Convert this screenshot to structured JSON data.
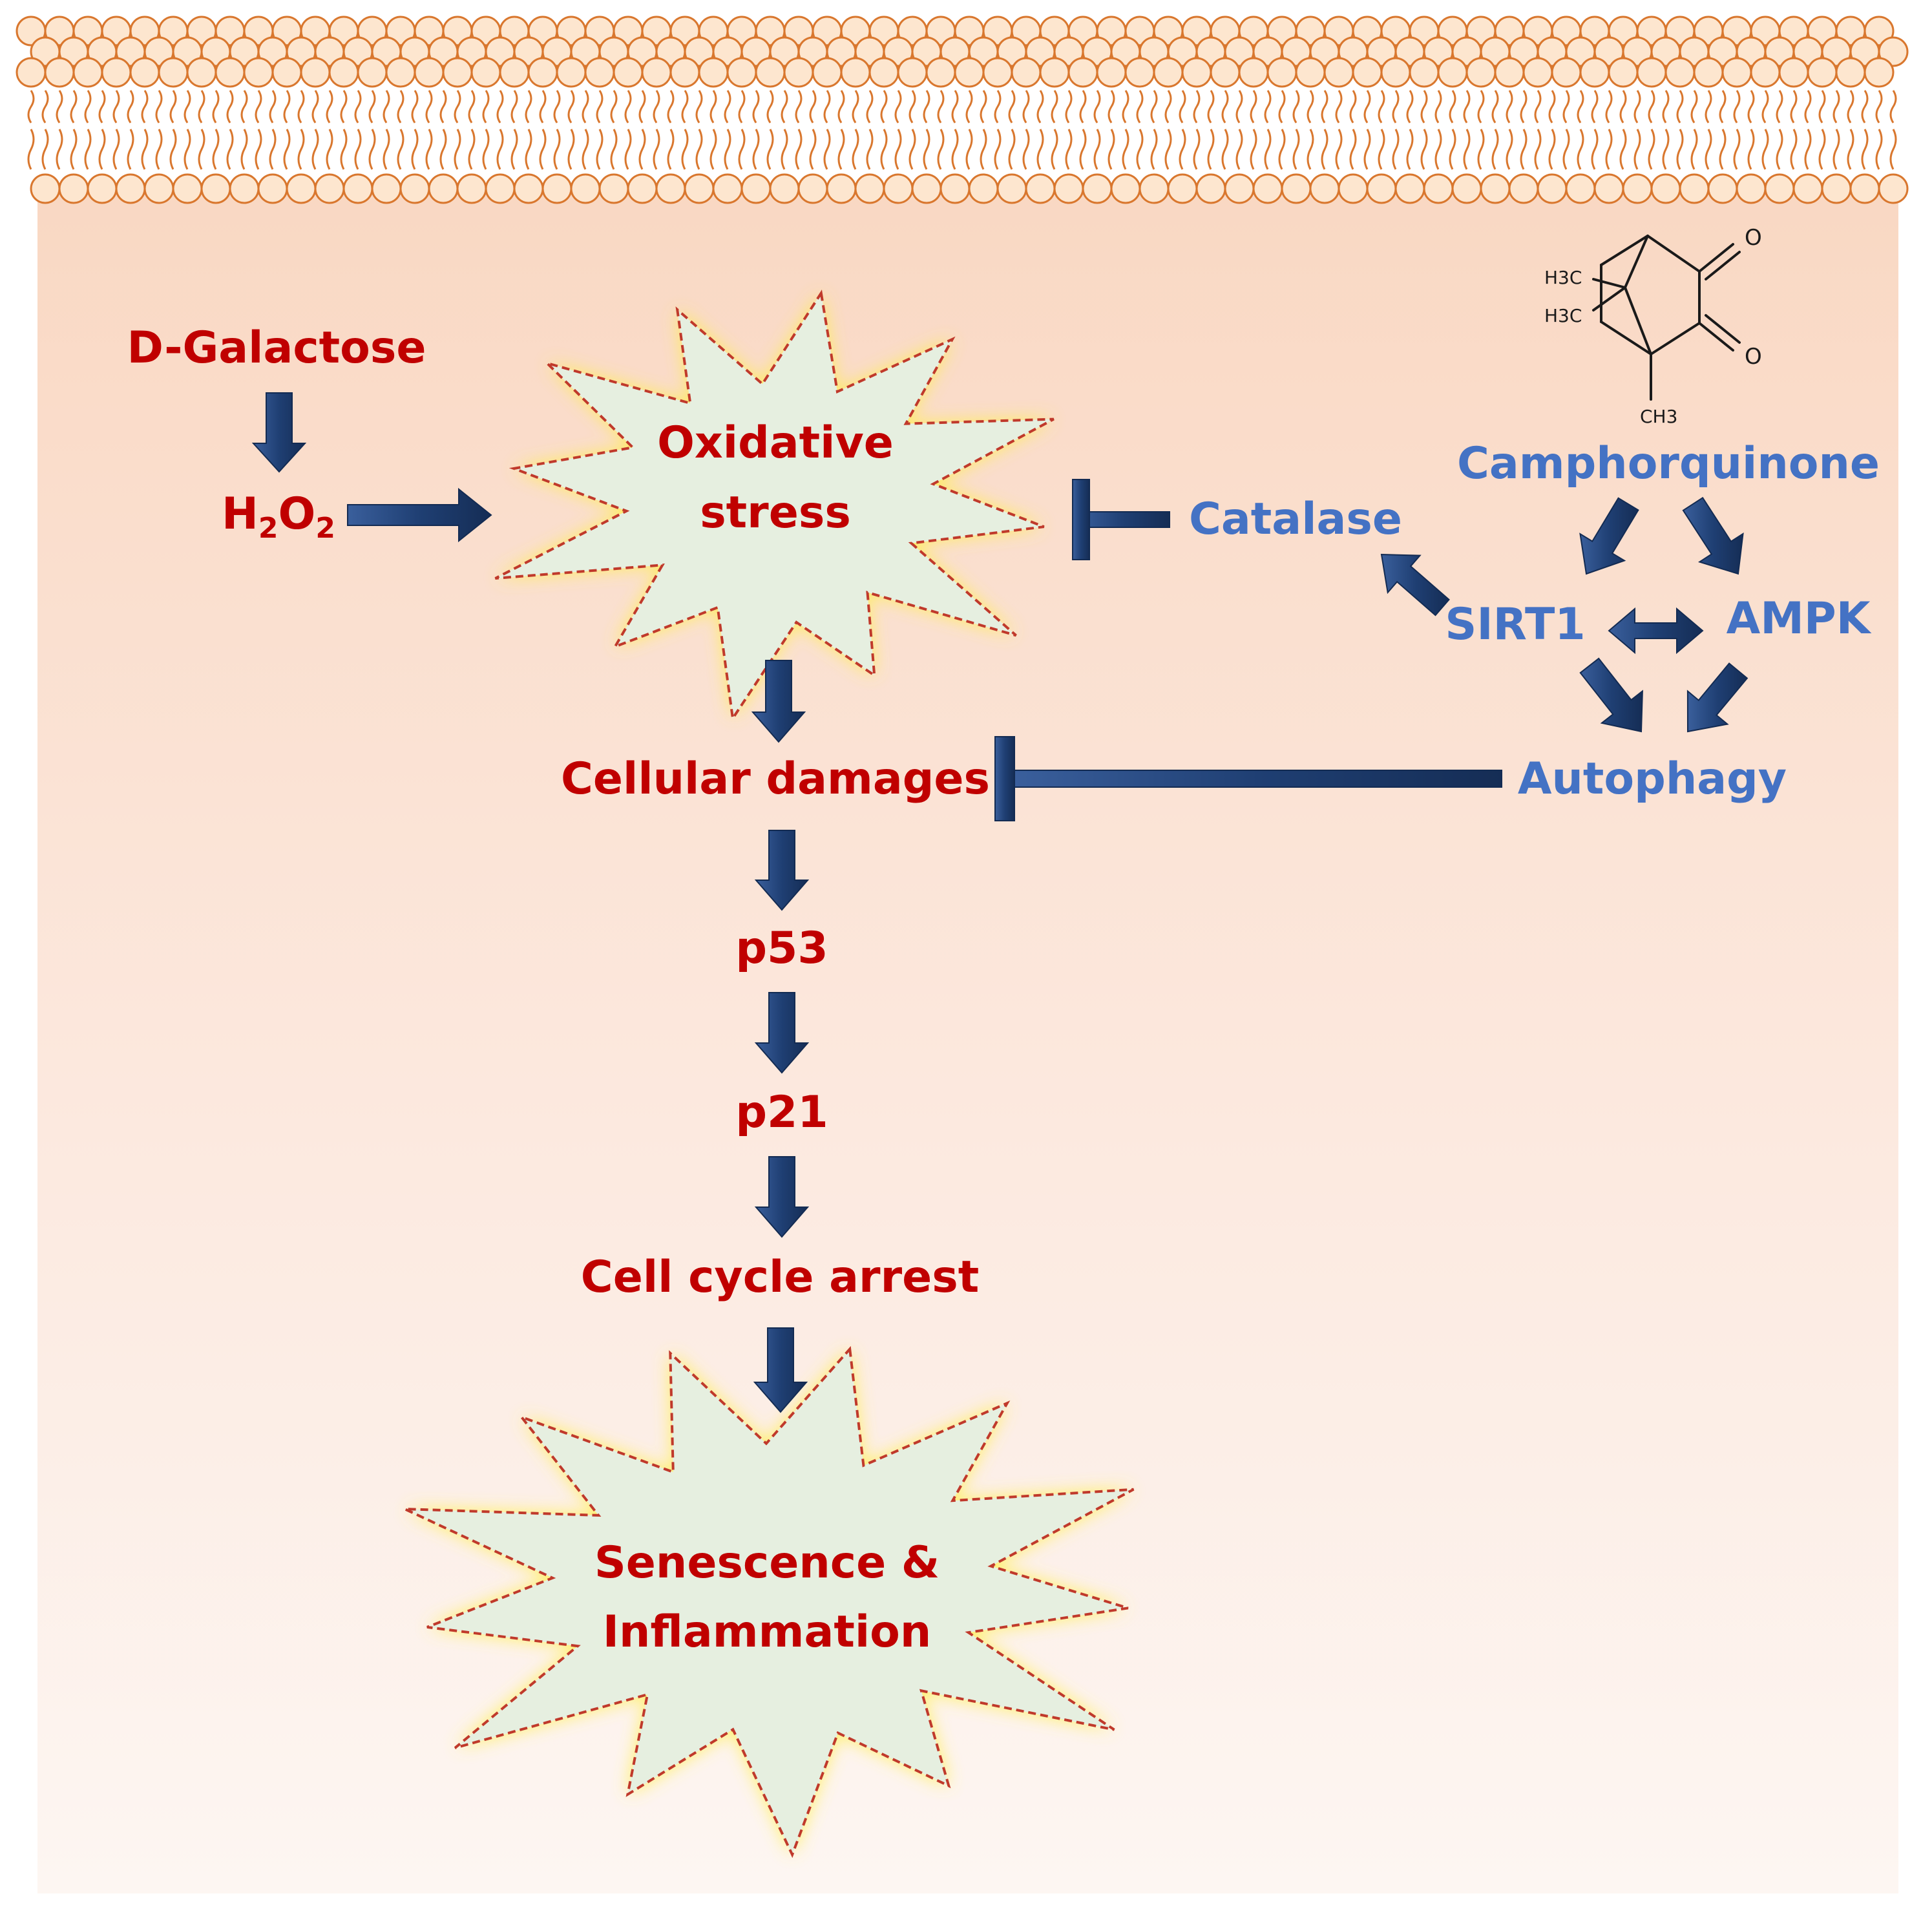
{
  "nodes": {
    "d_galactose": "D-Galactose",
    "h2o2": {
      "h": "H",
      "two_a": "2",
      "o": "O",
      "two_b": "2"
    },
    "oxidative_stress": {
      "line1": "Oxidative",
      "line2": "stress"
    },
    "cellular_damages": "Cellular damages",
    "p53": "p53",
    "p21": "p21",
    "cell_cycle_arrest": "Cell cycle arrest",
    "senescence": {
      "line1": "Senescence &",
      "line2": "Inflammation"
    },
    "camphorquinone": "Camphorquinone",
    "catalase": "Catalase",
    "sirt1": "SIRT1",
    "ampk": "AMPK",
    "autophagy": "Autophagy"
  },
  "molecule": {
    "o_top": "O",
    "o_bottom": "O",
    "methyl_1": "H3C",
    "methyl_2": "H3C",
    "methyl_3": "CH3"
  },
  "colors": {
    "stress_text": "#c00000",
    "protective_text": "#4472c4",
    "arrow": "#1f3f73",
    "membrane": "#d9772e",
    "burst_fill": "#e6efe0"
  }
}
